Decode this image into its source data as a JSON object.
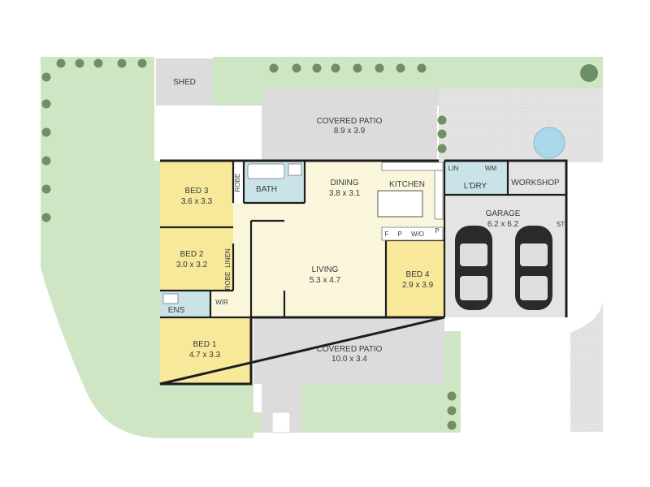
{
  "colors": {
    "lawn": "#cfe6c4",
    "paving": "#dcdcdc",
    "paving_hatch": "#e8e8e8",
    "bedroom": "#f7e89a",
    "living": "#faf6dc",
    "wet": "#c9e3e8",
    "garage": "#e4e4e4",
    "wall": "#1d1d1d",
    "shrub": "#6f8f66",
    "pool": "#a9d8ea"
  },
  "outdoor": {
    "shed": "SHED",
    "covered_patio_top": {
      "name": "COVERED PATIO",
      "size": "8.9 x 3.9"
    },
    "covered_patio_bottom": {
      "name": "COVERED PATIO",
      "size": "10.0 x 3.4"
    }
  },
  "rooms": {
    "bed3": {
      "name": "BED 3",
      "size": "3.6 x 3.3"
    },
    "bed2": {
      "name": "BED 2",
      "size": "3.0 x 3.2"
    },
    "bed1": {
      "name": "BED 1",
      "size": "4.7 x 3.3"
    },
    "bed4": {
      "name": "BED 4",
      "size": "2.9 x 3.9"
    },
    "dining": {
      "name": "DINING",
      "size": "3.8 x 3.1"
    },
    "living": {
      "name": "LIVING",
      "size": "5.3 x 4.7"
    },
    "kitchen": {
      "name": "KITCHEN"
    },
    "garage": {
      "name": "GARAGE",
      "size": "6.2 x 6.2"
    },
    "workshop": {
      "name": "WORKSHOP"
    },
    "bath": {
      "name": "BATH"
    },
    "ens": {
      "name": "ENS"
    },
    "laundry": {
      "name": "L'DRY"
    }
  },
  "small_labels": {
    "robe_top": "ROBE",
    "robe_mid": "ROBE",
    "linen": "LINEN",
    "wir": "WIR",
    "lin": "LIN",
    "wm": "WM",
    "f": "F",
    "p1": "P",
    "wo": "W/O",
    "p2": "P",
    "st": "ST"
  }
}
